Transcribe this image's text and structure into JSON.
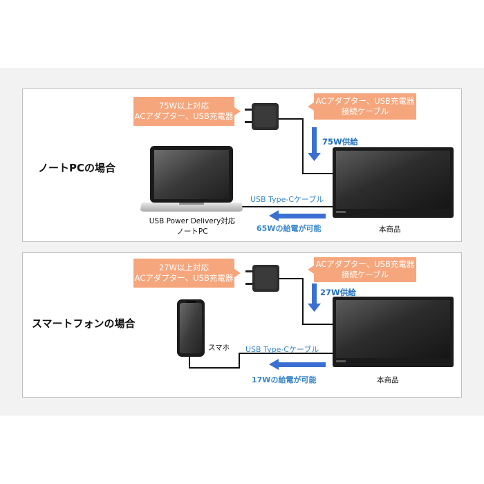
{
  "panels": [
    {
      "heading": "ノートPCの場合",
      "adapter_callout": [
        "75W以上対応",
        "ACアダプター、USB充電器"
      ],
      "cable_callout": [
        "ACアダプター、USB充電器",
        "接続ケーブル"
      ],
      "supply_label": "75W供給",
      "cable_label": "USB Type-Cケーブル",
      "power_label": "65Wの給電が可能",
      "device_label": [
        "USB Power Delivery対応",
        "ノートPC"
      ],
      "product_label": "本商品"
    },
    {
      "heading": "スマートフォンの場合",
      "adapter_callout": [
        "27W以上対応",
        "ACアダプター、USB充電器"
      ],
      "cable_callout": [
        "ACアダプター、USB充電器",
        "接続ケーブル"
      ],
      "supply_label": "27W供給",
      "cable_label": "USB Type-Cケーブル",
      "power_label": "17Wの給電が可能",
      "device_label": [
        "スマホ"
      ],
      "product_label": "本商品"
    }
  ],
  "colors": {
    "callout": "#f6a67c",
    "arrow": "#3b6fd1",
    "text_blue": "#3a86c9",
    "device": "#1e1e1e"
  },
  "icons": [
    "ac-adapter-icon",
    "laptop-icon",
    "smartphone-icon",
    "monitor-icon",
    "arrow-down-icon",
    "arrow-left-icon"
  ]
}
